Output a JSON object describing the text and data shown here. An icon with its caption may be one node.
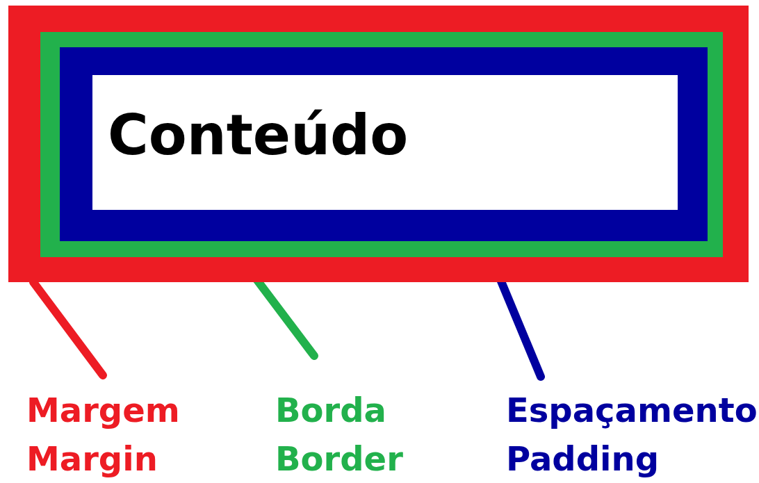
{
  "diagram": {
    "nodes": [
      {
        "text": [],
        "shape": "box"
      },
      {
        "text": [],
        "shape": "box",
        "in": 0
      },
      {
        "text": [],
        "shape": "box",
        "in": 1
      },
      {
        "text": [
          "Conteúdo"
        ],
        "in": 2
      },
      {
        "text": [
          "Margem",
          "Margin"
        ]
      },
      {
        "text": [
          "Borda",
          "Border"
        ]
      },
      {
        "text": [
          "Espaçamento",
          "Padding"
        ]
      }
    ],
    "edges": [
      {
        "from": 4,
        "to": 0,
        "arrow": "none",
        "color": "#ed1c24"
      },
      {
        "from": 5,
        "to": 1,
        "arrow": "none",
        "color": "#22b14c"
      },
      {
        "from": 6,
        "to": 2,
        "arrow": "none",
        "color": "#00009f"
      }
    ]
  }
}
